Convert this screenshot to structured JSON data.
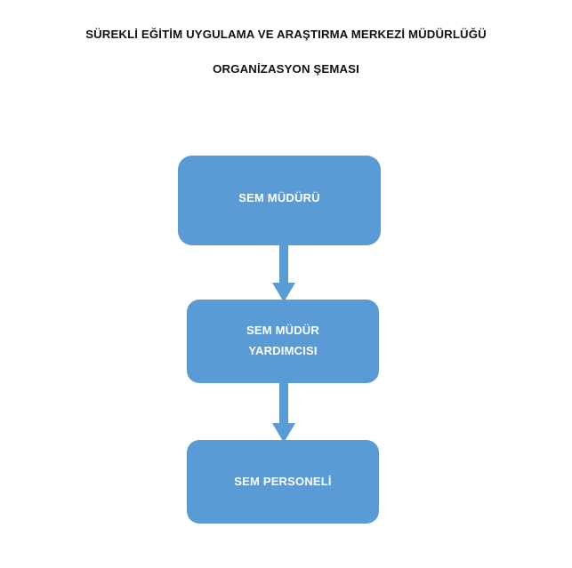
{
  "document": {
    "title_lines": [
      "SÜREKLİ EĞİTİM UYGULAMA VE ARAŞTIRMA MERKEZİ MÜDÜRLÜĞÜ",
      "ORGANİZASYON ŞEMASI"
    ]
  },
  "chart_data": {
    "type": "diagram",
    "diagram_kind": "organization-chart",
    "title": "SÜREKLİ EĞİTİM UYGULAMA VE ARAŞTIRMA MERKEZİ MÜDÜRLÜĞÜ ORGANİZASYON ŞEMASI",
    "orientation": "vertical-top-to-bottom",
    "node_fill_color": "#5B9BD5",
    "node_text_color": "#FFFFFF",
    "background_color": "#FFFFFF",
    "title_color": "#111111",
    "connector_color": "#5B9BD5",
    "nodes": [
      {
        "id": "sem-muduru",
        "label": "SEM MÜDÜRÜ",
        "level": 1
      },
      {
        "id": "sem-mudur-yardimcisi",
        "label": "SEM MÜDÜR\nYARDIMCISI",
        "level": 2
      },
      {
        "id": "sem-personeli",
        "label": "SEM PERSONELİ",
        "level": 3
      }
    ],
    "edges": [
      {
        "from": "sem-muduru",
        "to": "sem-mudur-yardimcisi",
        "style": "solid-arrow-down"
      },
      {
        "from": "sem-mudur-yardimcisi",
        "to": "sem-personeli",
        "style": "solid-arrow-down"
      }
    ]
  }
}
